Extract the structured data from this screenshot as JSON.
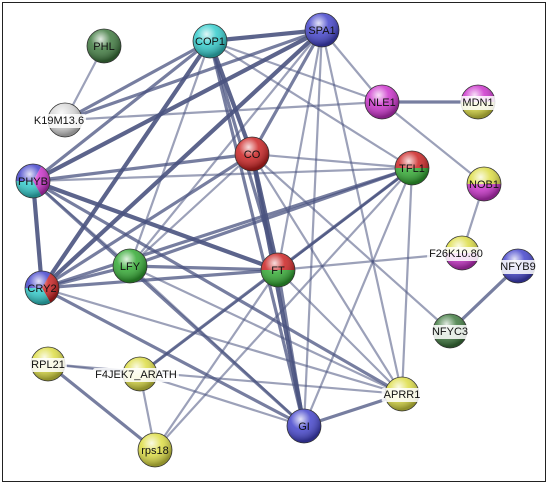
{
  "network": {
    "nodes": [
      {
        "id": "PHL",
        "label": "PHL",
        "colors": [
          "#3f7a3f"
        ]
      },
      {
        "id": "COP1",
        "label": "COP1",
        "colors": [
          "#33cccc"
        ]
      },
      {
        "id": "SPA1",
        "label": "SPA1",
        "colors": [
          "#4444cc"
        ]
      },
      {
        "id": "K19M13.6",
        "label": "K19M13.6",
        "colors": [
          "#d6d6d6"
        ]
      },
      {
        "id": "NLE1",
        "label": "NLE1",
        "colors": [
          "#cc33cc"
        ]
      },
      {
        "id": "MDN1",
        "label": "MDN1",
        "colors": [
          "#cc33cc",
          "#dddd44"
        ]
      },
      {
        "id": "CO",
        "label": "CO",
        "colors": [
          "#cc2222"
        ]
      },
      {
        "id": "TFL1",
        "label": "TFL1",
        "colors": [
          "#cc2222",
          "#33aa33"
        ]
      },
      {
        "id": "PHYB",
        "label": "PHYB",
        "colors": [
          "#4444cc",
          "#cc33cc",
          "#33cccc"
        ]
      },
      {
        "id": "NOB1",
        "label": "NOB1",
        "colors": [
          "#dddd44",
          "#cc33cc"
        ]
      },
      {
        "id": "F26K10.80",
        "label": "F26K10.80",
        "colors": [
          "#dddd44",
          "#cc33cc"
        ]
      },
      {
        "id": "NFYB9",
        "label": "NFYB9",
        "colors": [
          "#4444cc"
        ]
      },
      {
        "id": "LFY",
        "label": "LFY",
        "colors": [
          "#33aa33"
        ]
      },
      {
        "id": "FT",
        "label": "FT",
        "colors": [
          "#cc2222",
          "#33aa33"
        ]
      },
      {
        "id": "CRY2",
        "label": "CRY2",
        "colors": [
          "#4444cc",
          "#cc2222",
          "#33cccc"
        ]
      },
      {
        "id": "NFYC3",
        "label": "NFYC3",
        "colors": [
          "#3f7a3f"
        ]
      },
      {
        "id": "RPL21",
        "label": "RPL21",
        "colors": [
          "#dddd44"
        ]
      },
      {
        "id": "F4JEK7_ARATH",
        "label": "F4JEK7_ARATH",
        "colors": [
          "#dddd44"
        ]
      },
      {
        "id": "APRR1",
        "label": "APRR1",
        "colors": [
          "#dddd44"
        ]
      },
      {
        "id": "GI",
        "label": "GI",
        "colors": [
          "#4444cc"
        ]
      },
      {
        "id": "rps18",
        "label": "rps18",
        "colors": [
          "#dddd44"
        ]
      }
    ],
    "edges": [
      [
        "PHL",
        "K19M13.6",
        1
      ],
      [
        "K19M13.6",
        "COP1",
        2
      ],
      [
        "K19M13.6",
        "SPA1",
        2
      ],
      [
        "K19M13.6",
        "NLE1",
        1
      ],
      [
        "NLE1",
        "MDN1",
        2
      ],
      [
        "NLE1",
        "NOB1",
        1
      ],
      [
        "NOB1",
        "F26K10.80",
        1
      ],
      [
        "NFYB9",
        "NFYC3",
        2
      ],
      [
        "COP1",
        "SPA1",
        3
      ],
      [
        "COP1",
        "CO",
        3
      ],
      [
        "COP1",
        "FT",
        2
      ],
      [
        "COP1",
        "GI",
        2
      ],
      [
        "COP1",
        "PHYB",
        2
      ],
      [
        "COP1",
        "CRY2",
        3
      ],
      [
        "COP1",
        "LFY",
        1
      ],
      [
        "COP1",
        "NLE1",
        1
      ],
      [
        "COP1",
        "TFL1",
        1
      ],
      [
        "SPA1",
        "CO",
        2
      ],
      [
        "SPA1",
        "PHYB",
        3
      ],
      [
        "SPA1",
        "CRY2",
        3
      ],
      [
        "SPA1",
        "NLE1",
        1
      ],
      [
        "SPA1",
        "FT",
        1
      ],
      [
        "SPA1",
        "GI",
        1
      ],
      [
        "SPA1",
        "LFY",
        1
      ],
      [
        "SPA1",
        "APRR1",
        1
      ],
      [
        "CO",
        "FT",
        3
      ],
      [
        "CO",
        "GI",
        3
      ],
      [
        "CO",
        "PHYB",
        2
      ],
      [
        "CO",
        "CRY2",
        2
      ],
      [
        "CO",
        "TFL1",
        1
      ],
      [
        "CO",
        "LFY",
        1
      ],
      [
        "CO",
        "APRR1",
        1
      ],
      [
        "CO",
        "NFYC3",
        1
      ],
      [
        "PHYB",
        "TFL1",
        1
      ],
      [
        "PHYB",
        "CRY2",
        3
      ],
      [
        "PHYB",
        "FT",
        3
      ],
      [
        "PHYB",
        "GI",
        2
      ],
      [
        "PHYB",
        "APRR1",
        2
      ],
      [
        "PHYB",
        "LFY",
        1
      ],
      [
        "TFL1",
        "LFY",
        2
      ],
      [
        "TFL1",
        "CRY2",
        2
      ],
      [
        "TFL1",
        "FT",
        1
      ],
      [
        "TFL1",
        "GI",
        1
      ],
      [
        "TFL1",
        "APRR1",
        1
      ],
      [
        "TFL1",
        "rps18",
        1
      ],
      [
        "TFL1",
        "F4JEK7_ARATH",
        2
      ],
      [
        "LFY",
        "FT",
        2
      ],
      [
        "LFY",
        "CRY2",
        2
      ],
      [
        "LFY",
        "APRR1",
        1
      ],
      [
        "LFY",
        "GI",
        1
      ],
      [
        "FT",
        "CRY2",
        2
      ],
      [
        "FT",
        "GI",
        2
      ],
      [
        "FT",
        "F26K10.80",
        1
      ],
      [
        "FT",
        "F4JEK7_ARATH",
        1
      ],
      [
        "FT",
        "rps18",
        1
      ],
      [
        "FT",
        "APRR1",
        1
      ],
      [
        "FT",
        "TFL1",
        1
      ],
      [
        "CRY2",
        "GI",
        2
      ],
      [
        "CRY2",
        "APRR1",
        1
      ],
      [
        "GI",
        "APRR1",
        2
      ],
      [
        "GI",
        "F4JEK7_ARATH",
        1
      ],
      [
        "RPL21",
        "F4JEK7_ARATH",
        1
      ],
      [
        "RPL21",
        "rps18",
        2
      ],
      [
        "F4JEK7_ARATH",
        "rps18",
        1
      ],
      [
        "APRR1",
        "RPL21",
        1
      ]
    ]
  }
}
